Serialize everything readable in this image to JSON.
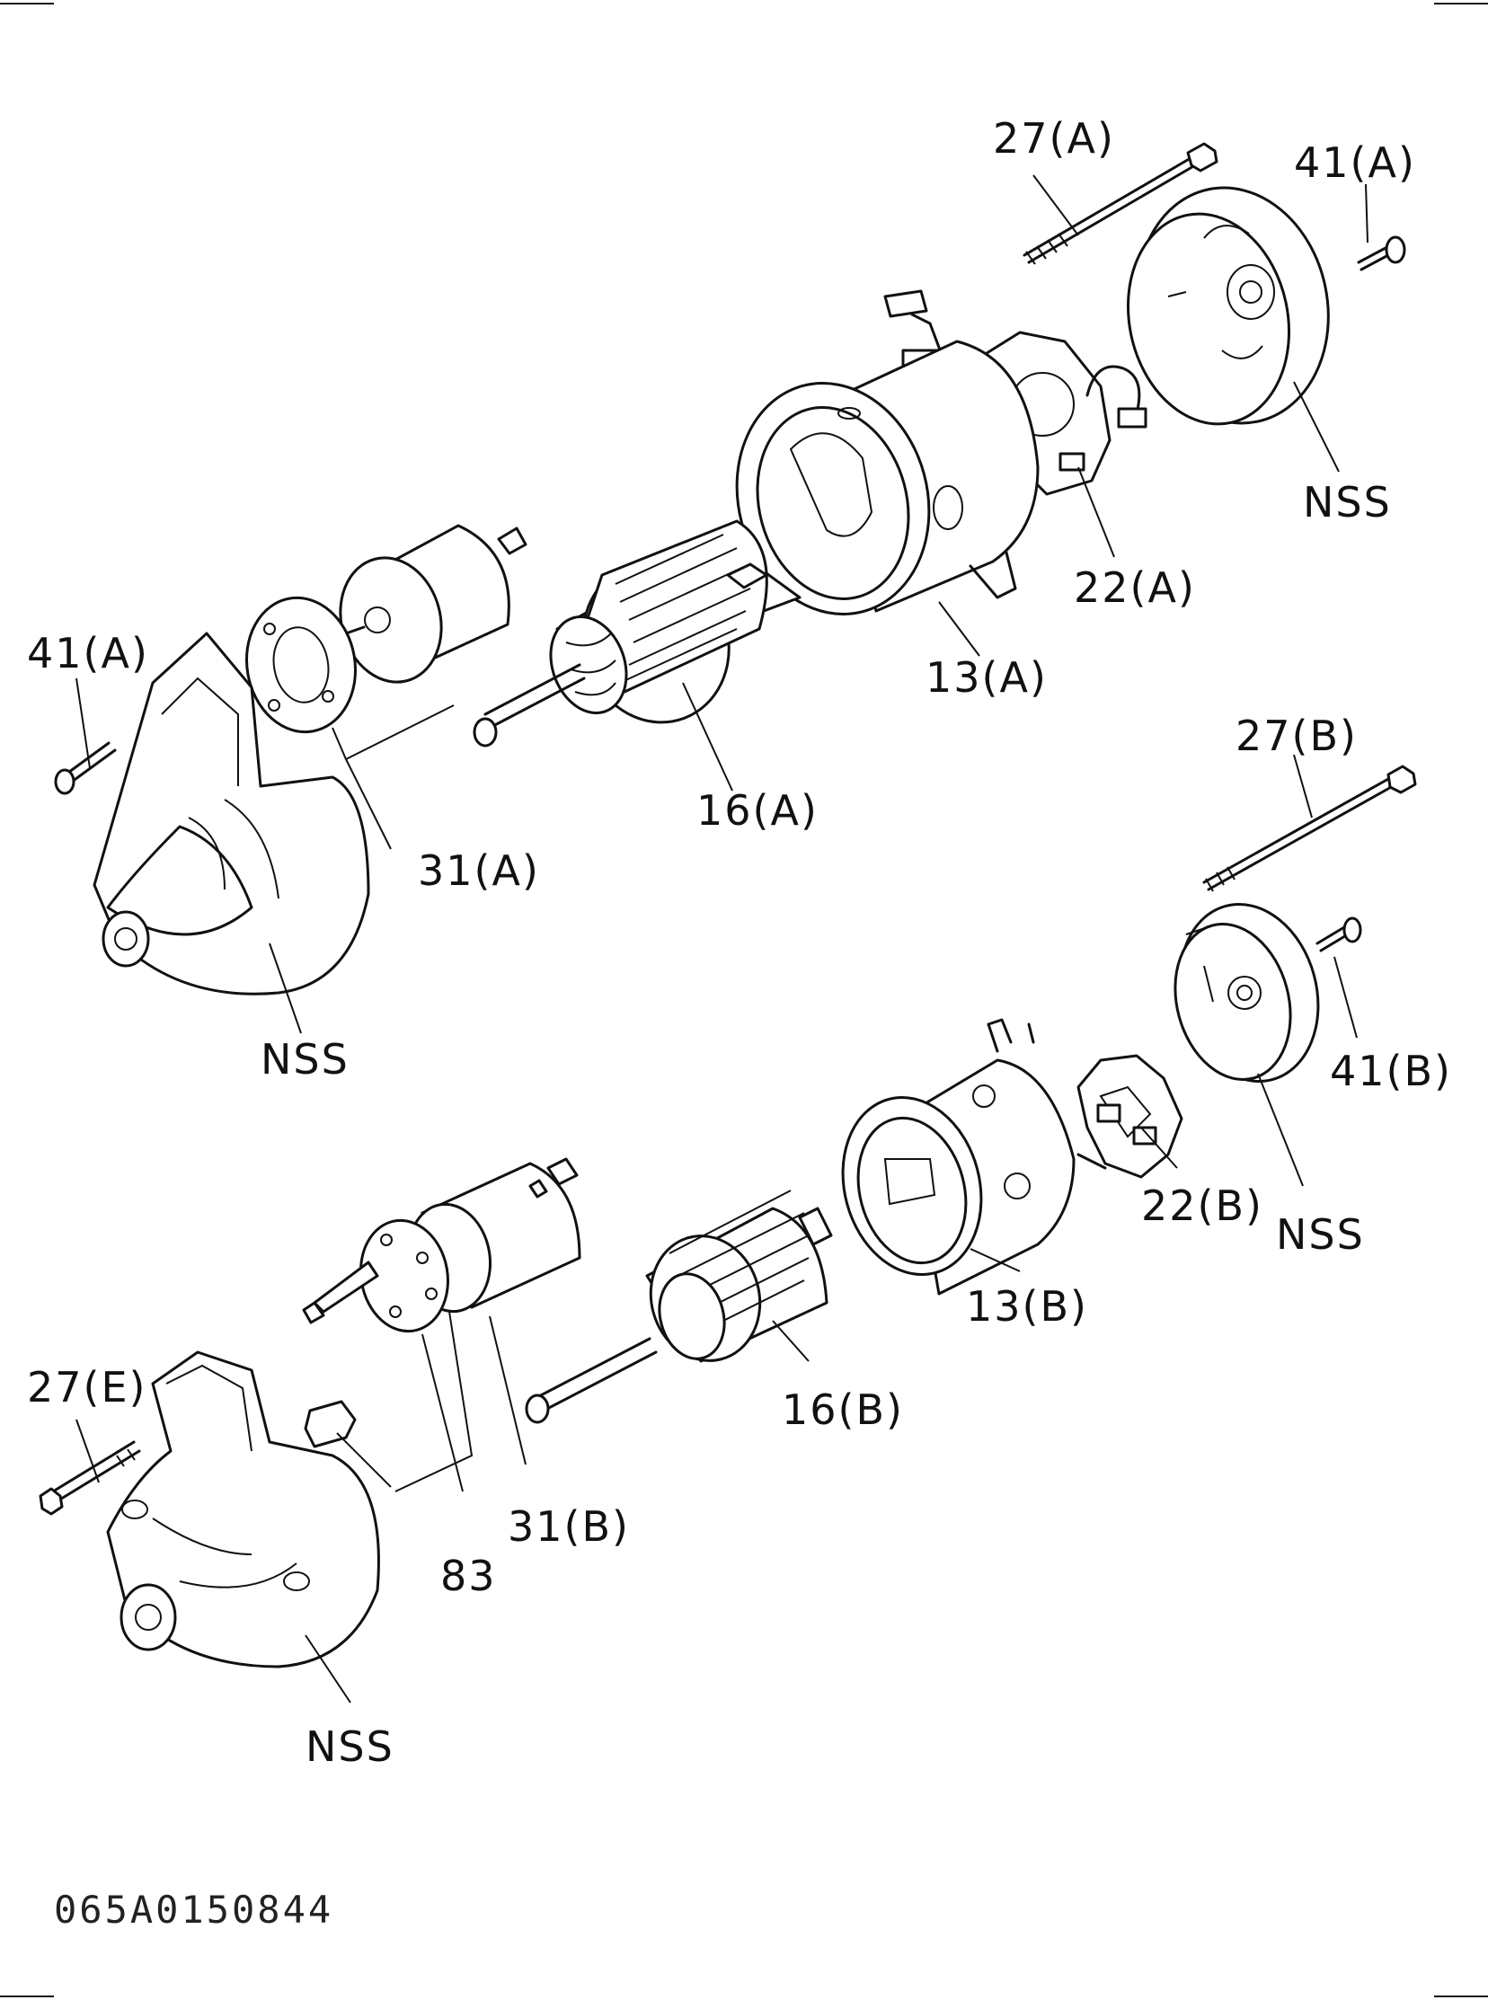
{
  "labels": {
    "l27a": "27(A)",
    "l41a_top": "41(A)",
    "nss_top_right": "NSS",
    "l22a": "22(A)",
    "l13a": "13(A)",
    "l41a_left": "41(A)",
    "l16a": "16(A)",
    "l31a": "31(A)",
    "nss_mid_left": "NSS",
    "l27b": "27(B)",
    "l41b": "41(B)",
    "l22b": "22(B)",
    "nss_mid_right": "NSS",
    "l13b": "13(B)",
    "l16b": "16(B)",
    "l27e": "27(E)",
    "l31b": "31(B)",
    "l83": "83",
    "nss_bottom": "NSS"
  },
  "drawing_code": "065A0150844",
  "colors": {
    "line": "#111111",
    "background": "#ffffff"
  }
}
